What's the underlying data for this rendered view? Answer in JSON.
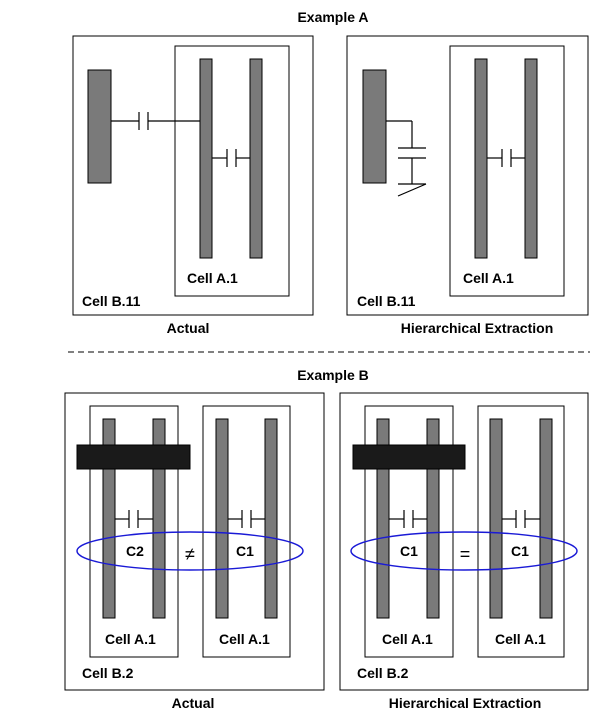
{
  "example_a": {
    "title": "Example A",
    "left": {
      "outer_cell": "Cell B.11",
      "inner_cell": "Cell A.1",
      "caption": "Actual"
    },
    "right": {
      "outer_cell": "Cell B.11",
      "inner_cell": "Cell A.1",
      "caption": "Hierarchical Extraction"
    }
  },
  "example_b": {
    "title": "Example B",
    "left": {
      "outer_cell": "Cell B.2",
      "inner_cell_1": "Cell A.1",
      "inner_cell_2": "Cell A.1",
      "cap_1": "C2",
      "relation": "≠",
      "cap_2": "C1",
      "caption": "Actual"
    },
    "right": {
      "outer_cell": "Cell B.2",
      "inner_cell_1": "Cell A.1",
      "inner_cell_2": "Cell A.1",
      "cap_1": "C1",
      "relation": "=",
      "cap_2": "C1",
      "caption": "Hierarchical Extraction"
    }
  },
  "colors": {
    "wire": "#7a7a7a",
    "bar": "#1a1a1a",
    "ellipse": "#1a1ad6"
  }
}
